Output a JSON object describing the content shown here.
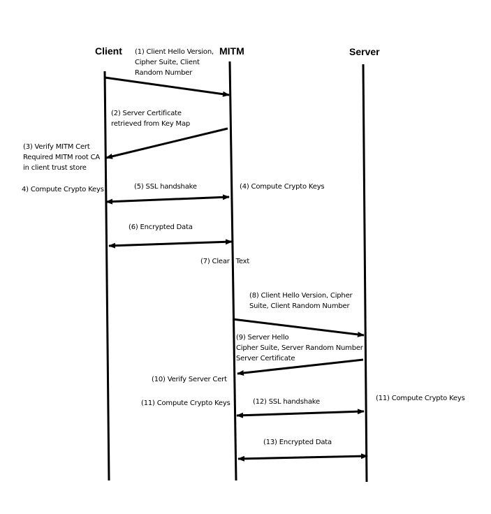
{
  "participants": {
    "client": "Client",
    "mitm": "MITM",
    "server": "Server"
  },
  "messages": {
    "m1": "(1) Client Hello Version,\nCipher Suite, Client\nRandom Number",
    "m2": "(2) Server Certificate\nretrieved from Key Map",
    "m3": "(3) Verify MITM Cert\nRequired MITM root CA\nin client trust store",
    "m4a": "4) Compute Crypto Keys",
    "m5": "(5) SSL handshake",
    "m4b": "(4) Compute Crypto Keys",
    "m6": "(6) Encrypted Data",
    "m7": "(7) Clear   Text",
    "m8": "(8) Client Hello Version, Cipher\nSuite, Client Random Number",
    "m9": "(9) Server Hello\nCipher Suite, Server Random Number\nServer Certificate",
    "m10": "(10) Verify Server Cert",
    "m11a": "(11) Compute Crypto Keys",
    "m12": "(12) SSL handshake",
    "m11b": "(11) Compute Crypto Keys",
    "m13": "(13) Encrypted Data"
  },
  "colors": {
    "line": "#000000",
    "background": "#ffffff"
  }
}
